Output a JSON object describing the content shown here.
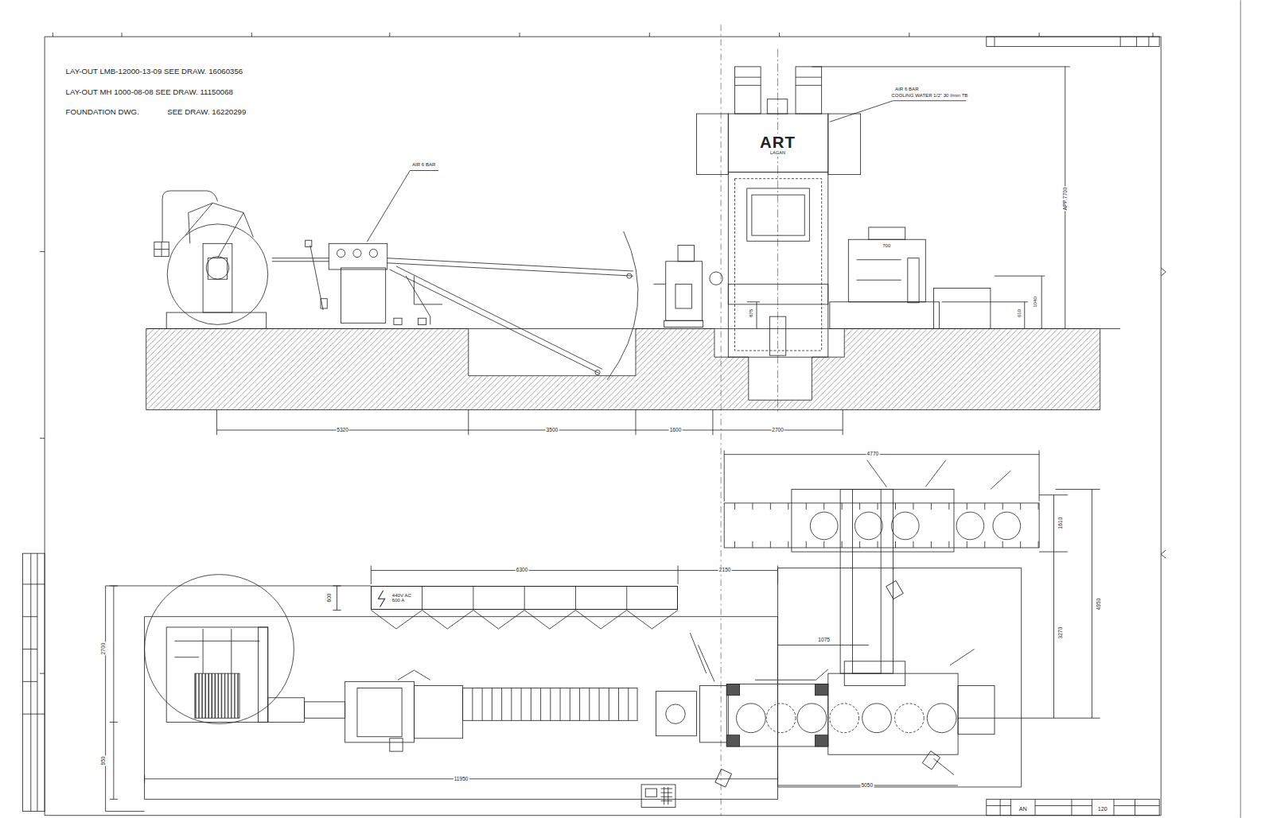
{
  "diagram": {
    "nodes": [
      {
        "text": [
          "ART",
          "LAGAN"
        ]
      },
      {
        "text": [
          "440V AC 600 A"
        ]
      }
    ],
    "labels": [
      "LAY-OUT LMB-12000-13-09 SEE DRAW. 16060356",
      "LAY-OUT MH 1000-08-08 SEE DRAW. 11150068",
      "FOUNDATION DWG.",
      "SEE DRAW. 16220299",
      "AIR 6 BAR",
      "AIR 6 BAR",
      "COOLING WATER 1/2\" 30 l/min TB",
      "5320",
      "3500",
      "1600",
      "2700",
      "APP.7700",
      "875",
      "610",
      "1040",
      "700",
      "6300",
      "2150",
      "600",
      "2700",
      "950",
      "11950",
      "4770",
      "1610",
      "4950",
      "3270",
      "1075",
      "5050",
      "AN",
      "120"
    ]
  }
}
